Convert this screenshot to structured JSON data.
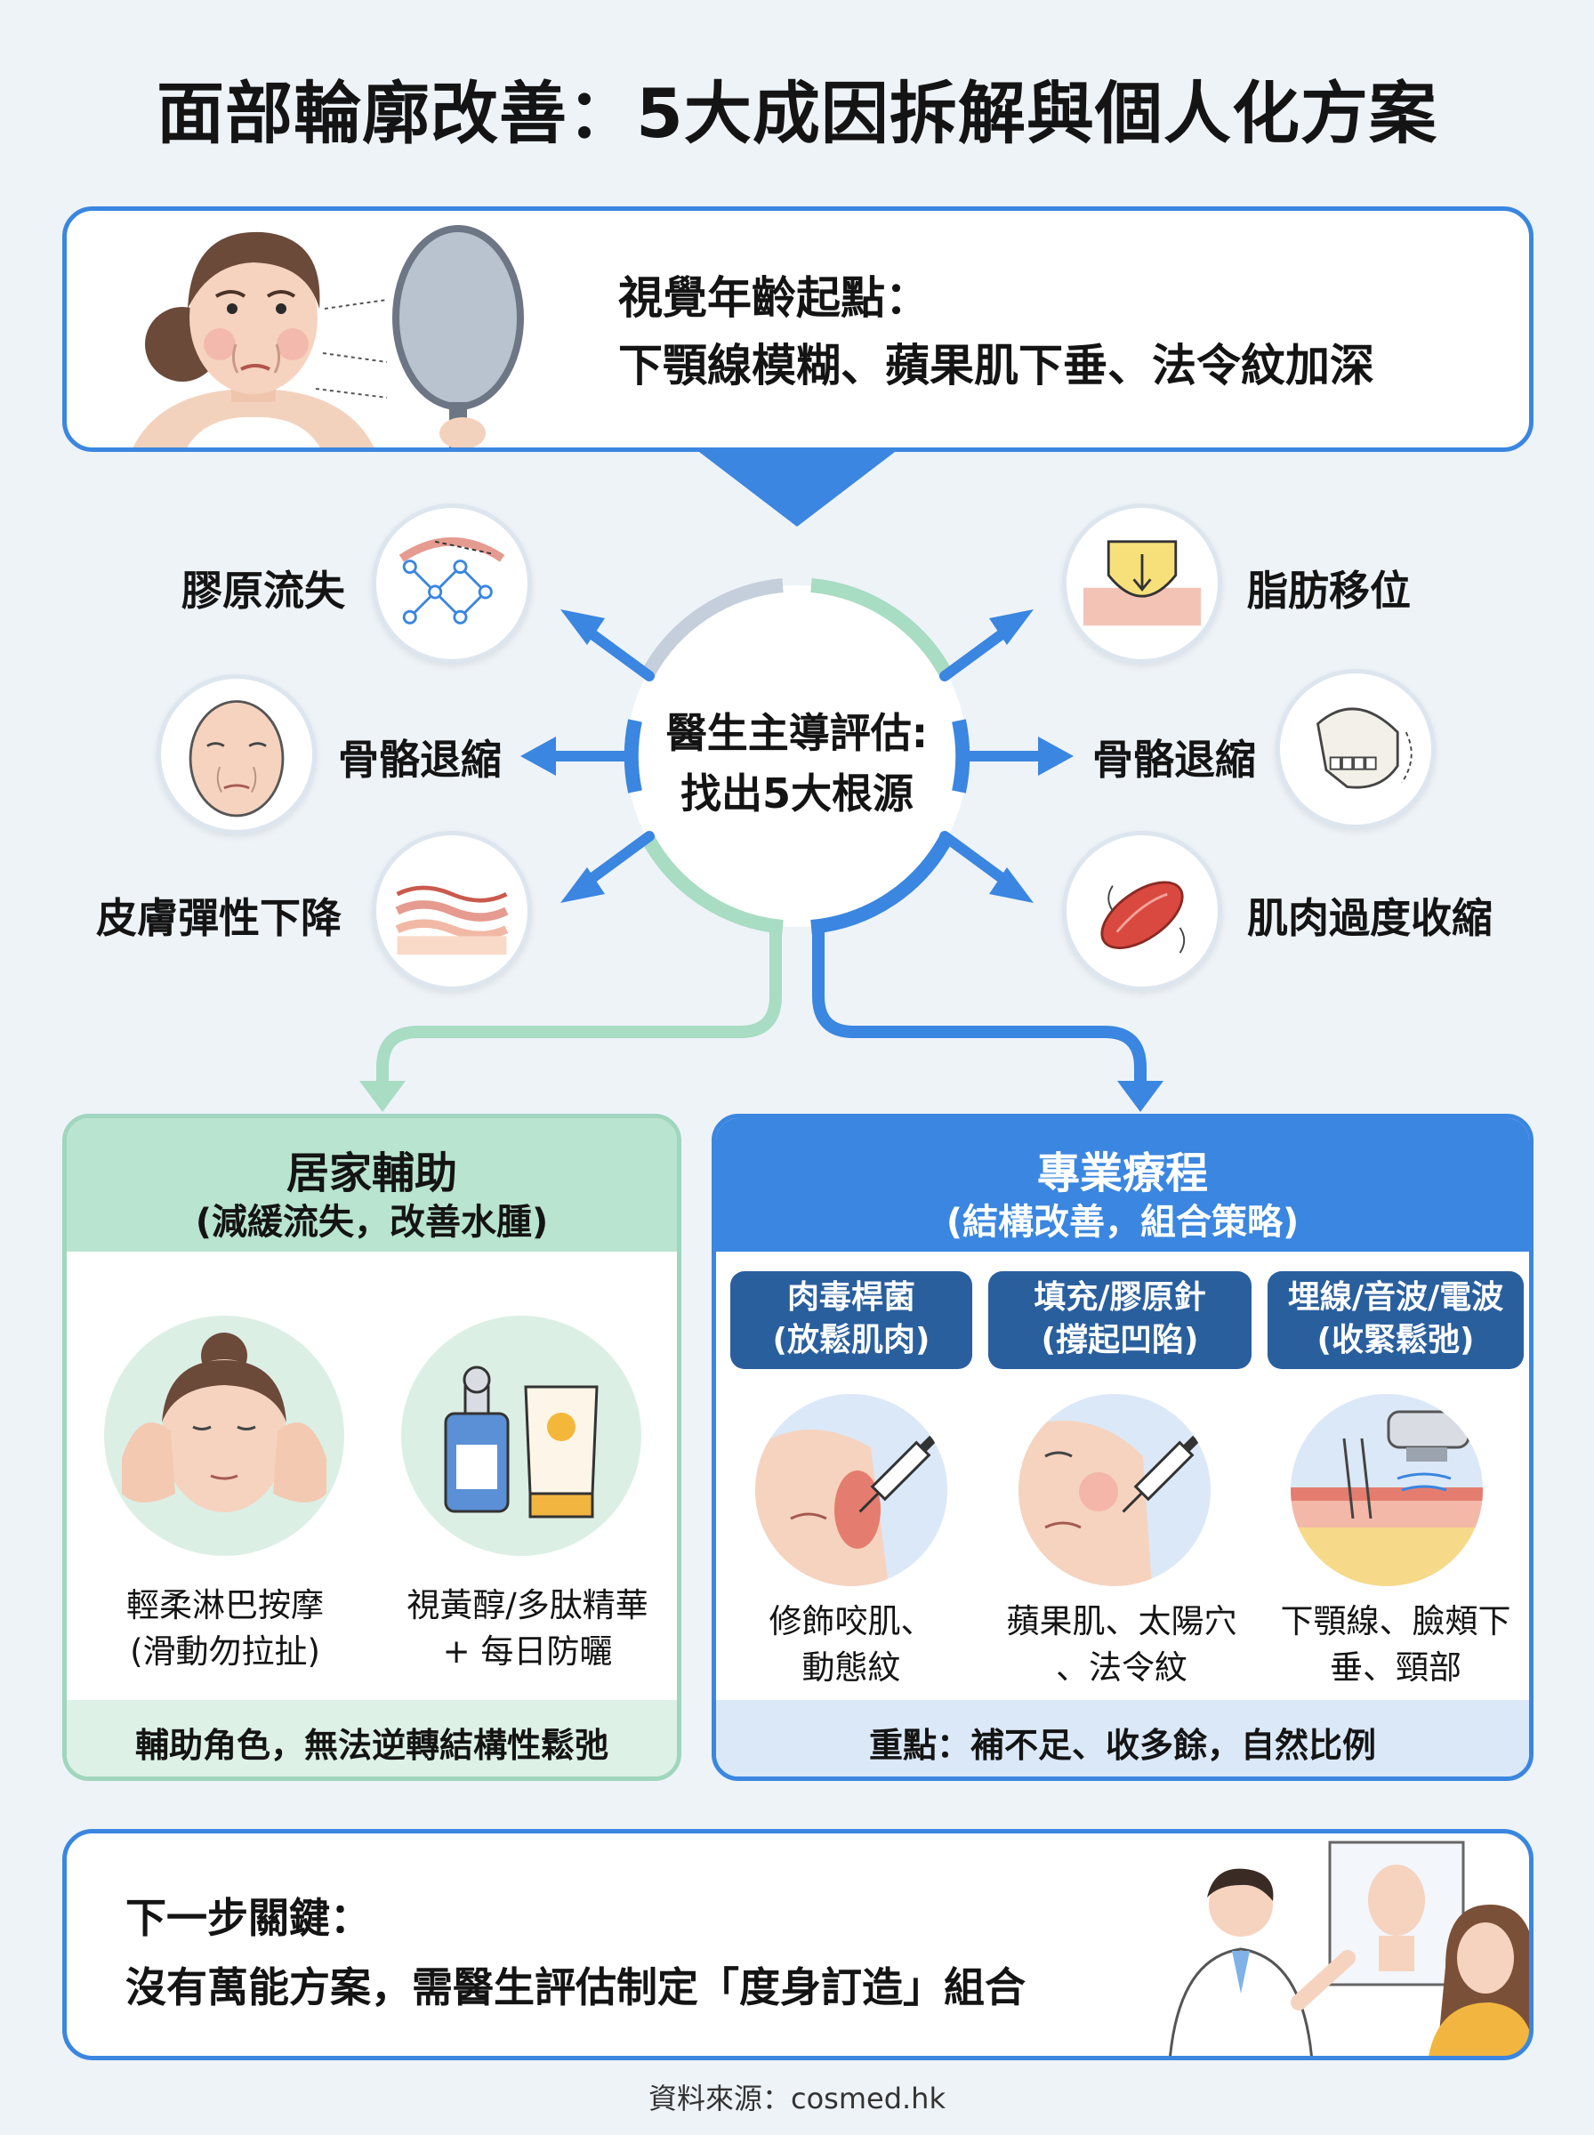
{
  "title": "面部輪廓改善：5大成因拆解與個人化方案",
  "start": {
    "line1": "視覺年齡起點：",
    "line2": "下顎線模糊、蘋果肌下垂、法令紋加深"
  },
  "center": {
    "line1": "醫生主導評估:",
    "line2": "找出5大根源"
  },
  "causes": {
    "collagen": "膠原流失",
    "bone_left": "骨骼退縮",
    "skin": "皮膚彈性下降",
    "fat": "脂肪移位",
    "bone_right": "骨骼退縮",
    "muscle": "肌肉過度收縮"
  },
  "home": {
    "title": "居家輔助",
    "subtitle": "(減緩流失，改善水腫)",
    "massage_caption_1": "輕柔淋巴按摩",
    "massage_caption_2": "(滑動勿拉扯)",
    "skincare_caption_1": "視黃醇/多肽精華",
    "skincare_caption_2": "+ 每日防曬",
    "footer": "輔助角色，無法逆轉結構性鬆弛"
  },
  "pro": {
    "title": "專業療程",
    "subtitle": "(結構改善，組合策略)",
    "treatments": [
      {
        "name": "肉毒桿菌",
        "effect": "(放鬆肌肉)",
        "caption_1": "修飾咬肌、",
        "caption_2": "動態紋"
      },
      {
        "name": "填充/膠原針",
        "effect": "(撐起凹陷)",
        "caption_1": "蘋果肌、太陽穴",
        "caption_2": "、法令紋"
      },
      {
        "name": "埋線/音波/電波",
        "effect": "(收緊鬆弛)",
        "caption_1": "下顎線、臉頰下",
        "caption_2": "垂、頸部"
      }
    ],
    "footer": "重點：補不足、收多餘，自然比例"
  },
  "next": {
    "line1": "下一步關鍵：",
    "line2": "沒有萬能方案，需醫生評估制定「度身訂造」組合"
  },
  "source": "資料來源：cosmed.hk",
  "colors": {
    "primary_blue": "#3a86e0",
    "dark_blue": "#2a5f9e",
    "mint": "#9fd6bd",
    "mint_light": "#def1e7",
    "background": "#eef3f8"
  }
}
